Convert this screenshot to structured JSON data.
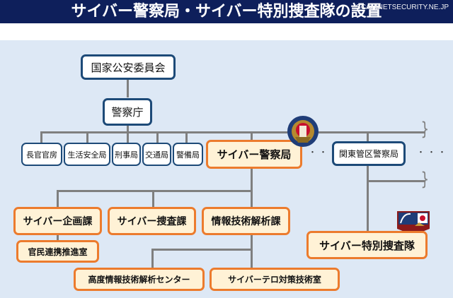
{
  "header": {
    "title": "サイバー警察局・サイバー特別捜査隊の設置",
    "watermark": "SCAN.NETSECURITY.NE.JP"
  },
  "org": {
    "commission": "国家公安委員会",
    "agency": "警察庁",
    "bureaus": [
      "長官官房",
      "生活安全局",
      "刑事局",
      "交通局",
      "警備局"
    ],
    "cyber_bureau": "サイバー警察局",
    "regional_bureau": "関東管区警察局",
    "ellipsis": "・・",
    "ellipsis_right": "・・・",
    "divisions": [
      "サイバー企画課",
      "サイバー捜査課",
      "情報技術解析課"
    ],
    "sub_office": "官民連携推進室",
    "analysis_units": [
      "高度情報技術解析センター",
      "サイバーテロ対策技術室"
    ],
    "special_unit": "サイバー特別捜査隊"
  },
  "emblems": {
    "npa_badge": "National Police Agency Cyber Affairs Bureau",
    "ncu_badge": "National Police Agency National Cyber Unit"
  },
  "colors": {
    "title_bg": "#0e1f5b",
    "panel_bg": "#dde8f5",
    "blue_border": "#1d4a78",
    "orange_border": "#ec7b2d",
    "orange_fill": "#fff2d6",
    "line": "#7f7f7f"
  }
}
